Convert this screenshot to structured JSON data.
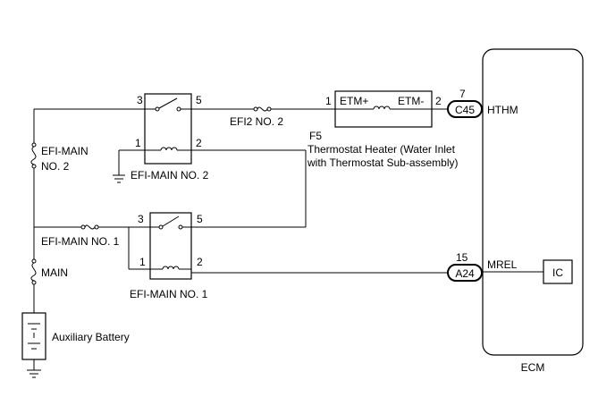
{
  "relays": {
    "efi_main_no2": {
      "pin3": "3",
      "pin5": "5",
      "pin1": "1",
      "pin2": "2",
      "label": "EFI-MAIN NO. 2"
    },
    "efi_main_no1": {
      "pin3": "3",
      "pin5": "5",
      "pin1": "1",
      "pin2": "2",
      "label": "EFI-MAIN NO. 1"
    }
  },
  "fuses": {
    "efi_main_no2": {
      "line1": "EFI-MAIN",
      "line2": "NO. 2"
    },
    "efi2_no2": "EFI2 NO. 2",
    "efi_main_no1": "EFI-MAIN NO. 1",
    "main": "MAIN"
  },
  "heater": {
    "pin_left": "1",
    "pin_right": "2",
    "terminal_plus": "ETM+",
    "terminal_minus": "ETM-",
    "code": "F5",
    "name_line1": "Thermostat Heater (Water Inlet",
    "name_line2": "with Thermostat Sub-assembly)"
  },
  "connectors": {
    "c45": {
      "pin": "7",
      "code": "C45",
      "signal": "HTHM"
    },
    "a24": {
      "pin": "15",
      "code": "A24",
      "signal": "MREL"
    }
  },
  "ecm": {
    "label": "ECM",
    "ic_label": "IC"
  },
  "battery": {
    "label": "Auxiliary Battery"
  }
}
